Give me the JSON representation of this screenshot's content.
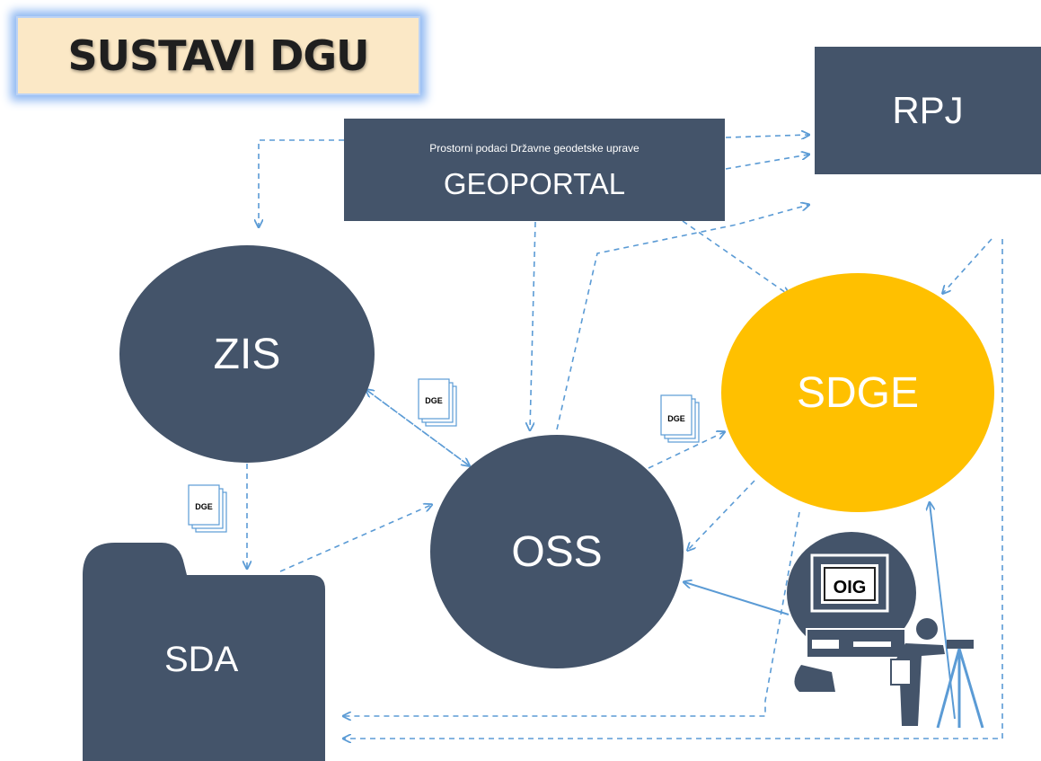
{
  "title": "SUSTAVI DGU",
  "geoportal": {
    "subtitle": "Prostorni podaci Državne geodetske uprave",
    "name": "GEOPORTAL"
  },
  "rpj": "RPJ",
  "zis": "ZIS",
  "oss": "OSS",
  "sdge": "SDGE",
  "sda": "SDA",
  "oig": "OIG",
  "document_badge": "DGE",
  "colors": {
    "navy": "#44546a",
    "gold": "#ffc000",
    "arrow": "#5b9bd5",
    "title_bg": "#fbe8c6"
  }
}
